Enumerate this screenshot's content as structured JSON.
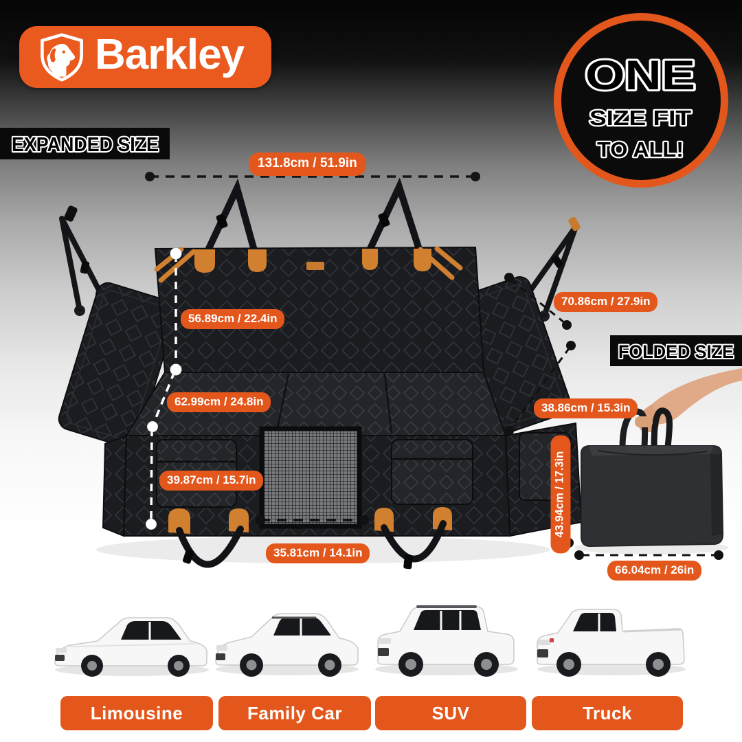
{
  "brand": {
    "name": "Barkley"
  },
  "badge": {
    "line1": "ONE",
    "line2": "SIZE FIT",
    "line3": "TO ALL!"
  },
  "sections": {
    "expanded_title": "EXPANDED SIZE",
    "folded_title": "FOLDED SIZE"
  },
  "expanded": {
    "top_width": "131.8cm / 51.9in",
    "back_height": "56.89cm / 22.4in",
    "side_flap_length": "70.86cm / 27.9in",
    "seat_depth": "62.99cm / 24.8in",
    "side_flap_width": "38.86cm / 15.3in",
    "front_height": "39.87cm / 15.7in",
    "mesh_width": "35.81cm / 14.1in"
  },
  "folded": {
    "height": "43.94cm / 17.3in",
    "width": "66.04cm / 26in"
  },
  "vehicles": [
    {
      "label": "Limousine"
    },
    {
      "label": "Family Car"
    },
    {
      "label": "SUV"
    },
    {
      "label": "Truck"
    }
  ],
  "colors": {
    "accent": "#E4571C",
    "tab_orange": "#D0802F",
    "dark": "#0B0B0B"
  }
}
